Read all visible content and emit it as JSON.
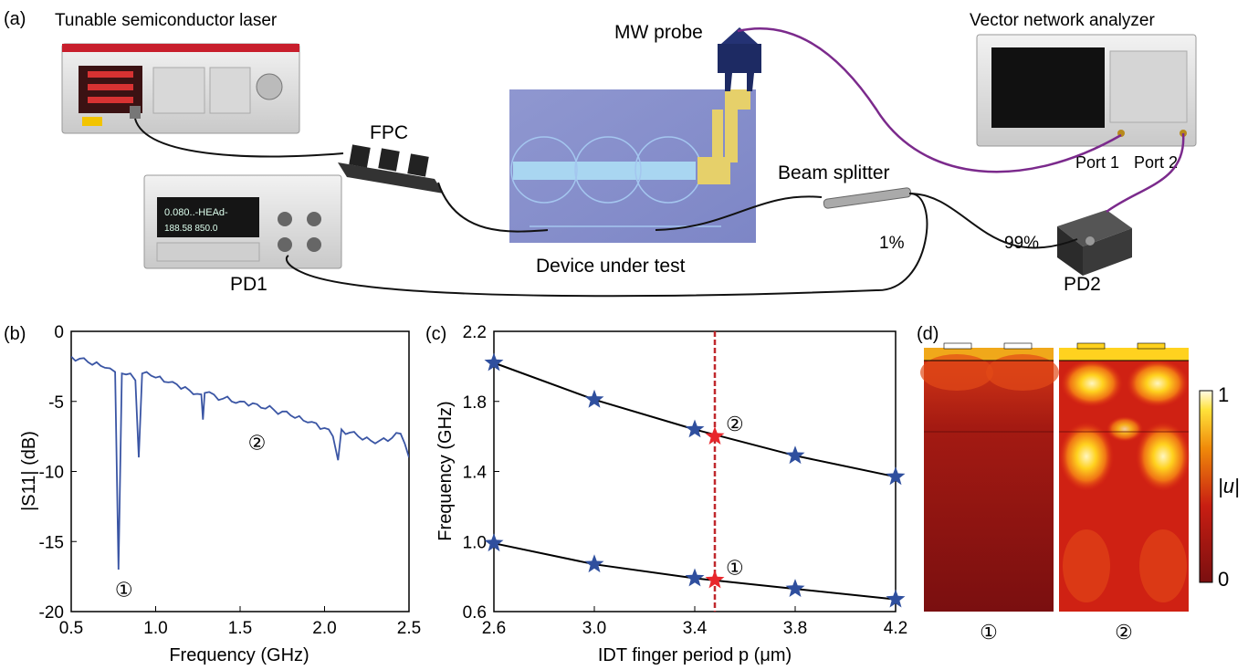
{
  "panel_a": {
    "label": "(a)",
    "laser_label": "Tunable semiconductor laser",
    "mw_probe_label": "MW probe",
    "vna_label": "Vector network analyzer",
    "fpc_label": "FPC",
    "pd1_label": "PD1",
    "pd2_label": "PD2",
    "dut_label": "Device under test",
    "beam_splitter_label": "Beam splitter",
    "port1_label": "Port 1",
    "port2_label": "Port 2",
    "split_small": "1%",
    "split_large": "99%",
    "pd1_display_line1": "0.080..-HEAd-",
    "pd1_display_line2": "188.58  850.0"
  },
  "panel_b": {
    "label": "(b)",
    "marker1": "①",
    "marker2": "②"
  },
  "panel_c": {
    "label": "(c)",
    "marker1": "①",
    "marker2": "②"
  },
  "panel_d": {
    "label": "(d)",
    "cbar_max": "1",
    "cbar_min": "0",
    "cbar_label": "|u|",
    "mode1": "①",
    "mode2": "②"
  },
  "colors": {
    "trace": "#3a55a4",
    "star": "#2f4f9e",
    "star_highlight": "#e8262c",
    "dashed_line": "#c0282d",
    "cable": "#7b2a8c"
  },
  "chart_data": [
    {
      "type": "line",
      "panel": "(b)",
      "xlabel": "Frequency (GHz)",
      "ylabel": "|S11| (dB)",
      "xlim": [
        0.5,
        2.5
      ],
      "ylim": [
        -20,
        0
      ],
      "xticks": [
        "0.5",
        "1.0",
        "1.5",
        "2.0",
        "2.5"
      ],
      "yticks": [
        "0",
        "-5",
        "-10",
        "-15",
        "-20"
      ],
      "series": [
        {
          "x": [
            0.5,
            0.6,
            0.7,
            0.76,
            0.78,
            0.8,
            0.85,
            0.88,
            0.9,
            0.92,
            1.0,
            1.1,
            1.2,
            1.27,
            1.28,
            1.29,
            1.4,
            1.5,
            1.6,
            1.7,
            1.8,
            1.9,
            2.0,
            2.05,
            2.08,
            2.1,
            2.2,
            2.3,
            2.4,
            2.45,
            2.5
          ],
          "y": [
            -1.8,
            -2.2,
            -2.6,
            -2.9,
            -17.0,
            -3.0,
            -3.0,
            -3.5,
            -9.0,
            -3.0,
            -3.3,
            -3.6,
            -4.2,
            -4.5,
            -6.3,
            -4.4,
            -4.8,
            -5.0,
            -5.2,
            -5.6,
            -6.0,
            -6.5,
            -6.9,
            -7.5,
            -9.2,
            -7.0,
            -7.5,
            -8.0,
            -7.6,
            -7.3,
            -9.0
          ]
        }
      ],
      "annotations": [
        {
          "text": "①",
          "x": 0.78,
          "y": -17.5
        },
        {
          "text": "②",
          "x": 1.6,
          "y": -7.0
        }
      ]
    },
    {
      "type": "scatter",
      "panel": "(c)",
      "xlabel": "IDT finger period p (μm)",
      "ylabel": "Frequency (GHz)",
      "xlim": [
        2.6,
        4.2
      ],
      "ylim": [
        0.6,
        2.2
      ],
      "xticks": [
        "2.6",
        "3.0",
        "3.4",
        "3.8",
        "4.2"
      ],
      "yticks": [
        "0.6",
        "1.0",
        "1.4",
        "1.8",
        "2.2"
      ],
      "vline_x": 3.48,
      "series": [
        {
          "x": [
            2.6,
            3.0,
            3.4,
            3.8,
            4.2
          ],
          "y": [
            2.02,
            1.81,
            1.64,
            1.49,
            1.37
          ]
        },
        {
          "x": [
            2.6,
            3.0,
            3.4,
            3.8,
            4.2
          ],
          "y": [
            0.99,
            0.87,
            0.79,
            0.73,
            0.67
          ]
        }
      ],
      "highlighted": [
        {
          "x": 3.48,
          "y": 1.6,
          "text": "②"
        },
        {
          "x": 3.48,
          "y": 0.78,
          "text": "①"
        }
      ]
    }
  ]
}
